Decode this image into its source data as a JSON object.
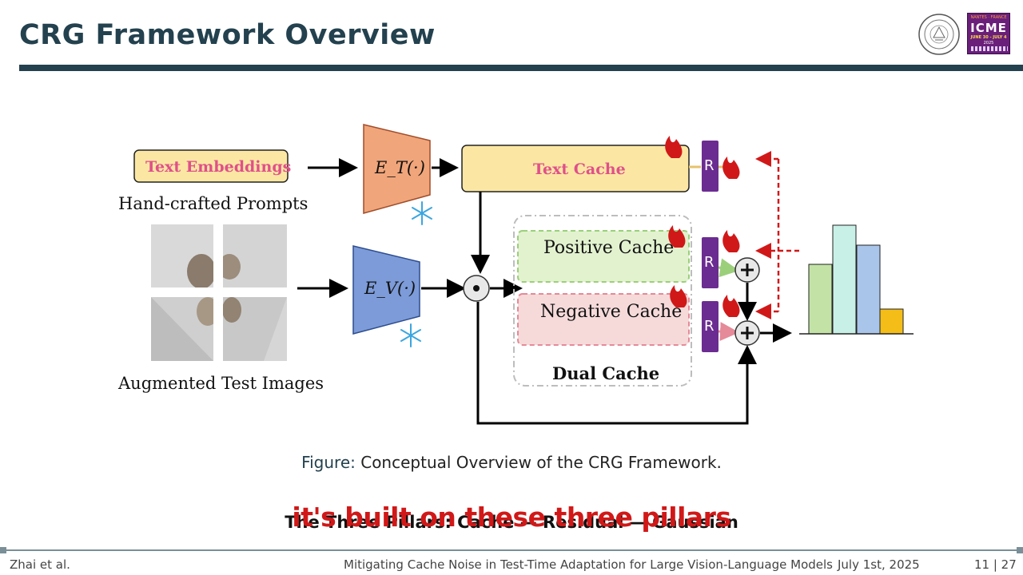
{
  "slide": {
    "title": "CRG Framework Overview"
  },
  "logos": {
    "icme_top": "NANTES · FRANCE",
    "icme_name": "ICME",
    "icme_date": "JUNE 30 - JULY 4",
    "icme_year": "2025"
  },
  "figure": {
    "text_embeddings": "Text Embeddings",
    "hand_crafted_prompts": "Hand-crafted Prompts",
    "augmented_test_images": "Augmented Test Images",
    "text_encoder": "E_T(·)",
    "vision_encoder": "E_V(·)",
    "text_cache": "Text Cache",
    "positive_cache": "Positive Cache",
    "negative_cache": "Negative Cache",
    "dual_cache": "Dual Cache",
    "residual_label": "R",
    "colors": {
      "text_embeddings_fill": "#fbe7a3",
      "text_embeddings_text": "#e0508a",
      "text_encoder_fill": "#f0a57a",
      "vision_encoder_fill": "#7c9bd8",
      "text_cache_fill": "#fbe7a3",
      "positive_cache_fill": "#e2f2cf",
      "negative_cache_fill": "#f6dada",
      "residual_fill": "#6b2c91",
      "dashed_arrow": "#d11818",
      "bar_1": "#c3e3a6",
      "bar_2": "#c8f0e6",
      "bar_3": "#a9c5ea",
      "bar_4": "#f4bd18"
    },
    "icons": [
      "snowflake-icon",
      "flame-icon",
      "plus-circle-icon",
      "dot-product-icon",
      "kitten-photo"
    ]
  },
  "caption": {
    "label": "Figure:",
    "text": "Conceptual Overview of the CRG Framework."
  },
  "pillars_text": "The Three Pillars: Cache — Residual — Gaussian",
  "subtitle_text": "it's built on these three pillars",
  "footer": {
    "author": "Zhai et al.",
    "title": "Mitigating Cache Noise in Test-Time Adaptation for Large Vision-Language Models",
    "date": "July 1st, 2025",
    "page": "11 | 27"
  }
}
